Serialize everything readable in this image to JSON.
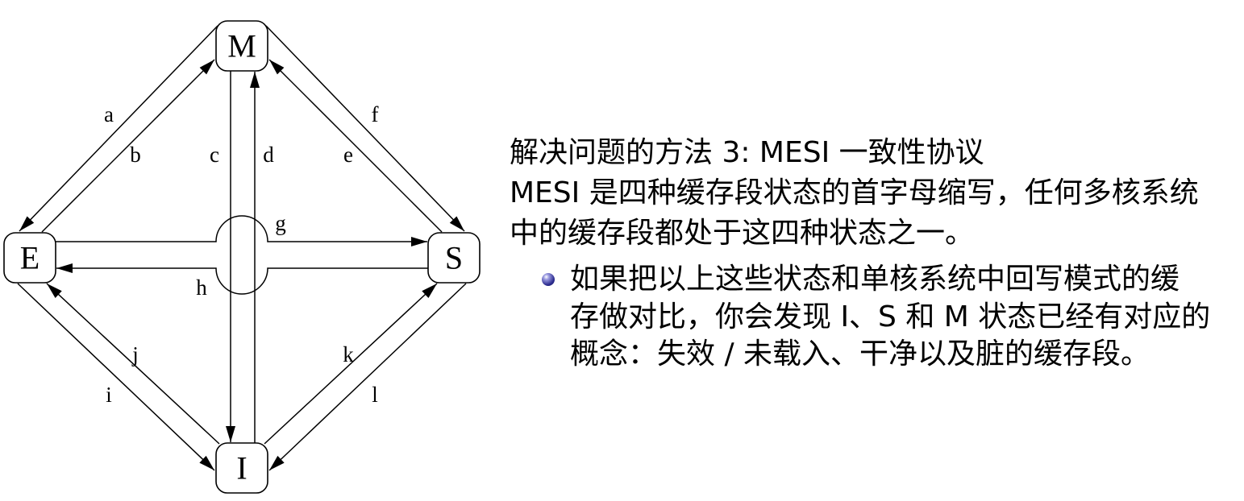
{
  "diagram": {
    "nodes": [
      {
        "label": "M"
      },
      {
        "label": "E"
      },
      {
        "label": "S"
      },
      {
        "label": "I"
      }
    ],
    "edges": [
      {
        "label": "a",
        "from": 0,
        "to": 1
      },
      {
        "label": "b",
        "from": 1,
        "to": 0
      },
      {
        "label": "c",
        "from": 0,
        "to": 3
      },
      {
        "label": "d",
        "from": 3,
        "to": 0
      },
      {
        "label": "e",
        "from": 2,
        "to": 0
      },
      {
        "label": "f",
        "from": 0,
        "to": 2
      },
      {
        "label": "g",
        "from": 1,
        "to": 2
      },
      {
        "label": "h",
        "from": 2,
        "to": 1
      },
      {
        "label": "i",
        "from": 1,
        "to": 3
      },
      {
        "label": "j",
        "from": 3,
        "to": 1
      },
      {
        "label": "k",
        "from": 3,
        "to": 2
      },
      {
        "label": "l",
        "from": 2,
        "to": 3
      }
    ]
  },
  "text": {
    "heading": "解决问题的方法 3: MESI 一致性协议",
    "intro_lines": [
      "MESI 是四种缓存段状态的首字母缩写，任何多核系统",
      "中的缓存段都处于这四种状态之一。"
    ],
    "bullets": [
      {
        "icon": "bullet-sphere-icon",
        "lines": [
          "如果把以上这些状态和单核系统中回写模式的缓",
          "存做对比，你会发现 I、S 和 M 状态已经有对应的",
          "概念：失效 / 未载入、干净以及脏的缓存段。"
        ]
      }
    ]
  },
  "colors": {
    "ink": "#000000",
    "node_fill": "#ffffff",
    "bullet": "#2c2c8f"
  }
}
